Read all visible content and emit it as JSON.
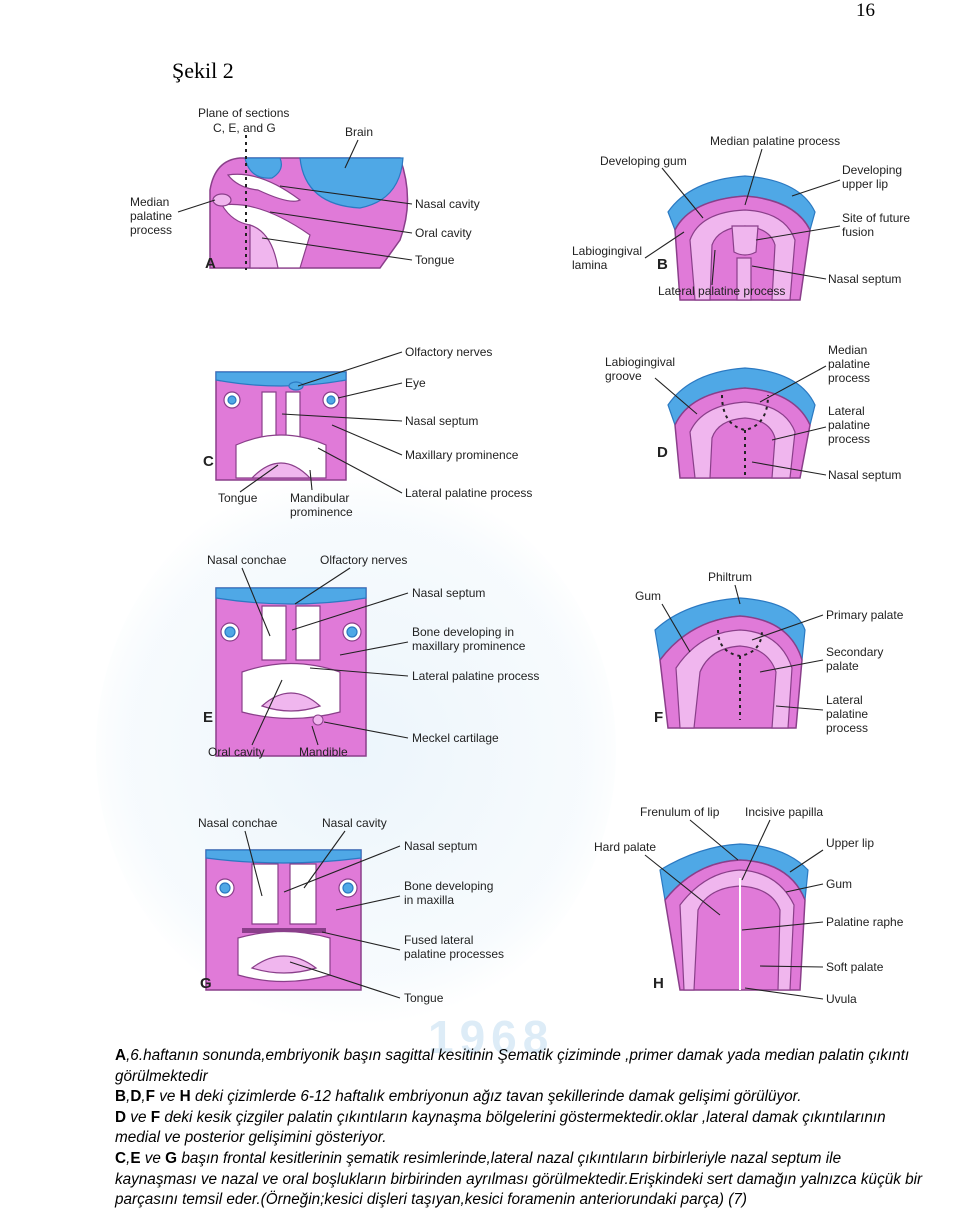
{
  "page_number": "16",
  "heading": "Şekil 2",
  "panels": {
    "A": {
      "letter": "A",
      "plane_line1": "Plane of sections",
      "plane_line2": "C, E, and G",
      "brain": "Brain",
      "median1": "Median",
      "median2": "palatine",
      "median3": "process",
      "nasal_cavity": "Nasal cavity",
      "oral_cavity": "Oral cavity",
      "tongue": "Tongue"
    },
    "B": {
      "letter": "B",
      "median_palatine": "Median palatine process",
      "developing_gum": "Developing gum",
      "dev_lip1": "Developing",
      "dev_lip2": "upper lip",
      "site1": "Site of future",
      "site2": "fusion",
      "labio1": "Labiogingival",
      "labio2": "lamina",
      "lateral": "Lateral palatine process",
      "nasal_septum": "Nasal septum"
    },
    "C": {
      "letter": "C",
      "olfactory": "Olfactory nerves",
      "eye": "Eye",
      "nasal_septum": "Nasal septum",
      "maxillary": "Maxillary prominence",
      "tongue": "Tongue",
      "mandibular1": "Mandibular",
      "mandibular2": "prominence",
      "lateral": "Lateral palatine process"
    },
    "D": {
      "letter": "D",
      "groove1": "Labiogingival",
      "groove2": "groove",
      "median1": "Median",
      "median2": "palatine",
      "median3": "process",
      "lateral1": "Lateral",
      "lateral2": "palatine",
      "lateral3": "process",
      "nasal_septum": "Nasal septum"
    },
    "E": {
      "letter": "E",
      "conchae": "Nasal conchae",
      "olfactory": "Olfactory nerves",
      "nasal_septum": "Nasal septum",
      "bone1": "Bone developing in",
      "bone2": "maxillary prominence",
      "lateral": "Lateral palatine process",
      "meckel": "Meckel cartilage",
      "oral_cavity": "Oral cavity",
      "mandible": "Mandible"
    },
    "F": {
      "letter": "F",
      "philtrum": "Philtrum",
      "gum": "Gum",
      "primary": "Primary palate",
      "secondary1": "Secondary",
      "secondary2": "palate",
      "lateral1": "Lateral",
      "lateral2": "palatine",
      "lateral3": "process"
    },
    "G": {
      "letter": "G",
      "conchae": "Nasal conchae",
      "nasal_cavity": "Nasal cavity",
      "nasal_septum": "Nasal septum",
      "bone1": "Bone developing",
      "bone2": "in maxilla",
      "fused1": "Fused lateral",
      "fused2": "palatine processes",
      "tongue": "Tongue"
    },
    "H": {
      "letter": "H",
      "frenulum": "Frenulum of lip",
      "incisive": "Incisive papilla",
      "hard": "Hard palate",
      "upper_lip": "Upper lip",
      "gum": "Gum",
      "raphe": "Palatine raphe",
      "soft": "Soft palate",
      "uvula": "Uvula"
    }
  },
  "watermark_text": "1968",
  "caption": {
    "p1_lead": "A",
    "p1_text": ",6.haftanın sonunda,embriyonik başın sagittal kesitinin Şematik çiziminde ,primer damak yada median palatin çıkıntı görülmektedir",
    "p2_b1": "B",
    "p2_sep1": ",",
    "p2_b2": "D",
    "p2_sep2": ",",
    "p2_b3": "F",
    "p2_mid": " ve ",
    "p2_b4": "H",
    "p2_text": " deki çizimlerde 6-12 haftalık embriyonun ağız tavan şekillerinde damak gelişimi görülüyor.",
    "p3_b1": "D",
    "p3_mid": " ve ",
    "p3_b2": "F",
    "p3_text": " deki kesik çizgiler palatin çıkıntıların kaynaşma bölgelerini göstermektedir.oklar ,lateral damak çıkıntılarının medial ve posterior gelişimini gösteriyor.",
    "p4_b1": "C",
    "p4_sep1": ",",
    "p4_b2": "E",
    "p4_mid": " ve ",
    "p4_b3": "G",
    "p4_text": " başın frontal kesitlerinin şematik resimlerinde,lateral nazal çıkıntıların birbirleriyle nazal septum ile kaynaşması ve nazal ve oral boşlukların birbirinden ayrılması görülmektedir.Erişkindeki sert damağın yalnızca küçük bir parçasını temsil eder.(Örneğin;kesici dişleri taşıyan,kesici foramenin anteriorundaki parça) (7)"
  },
  "colors": {
    "tissue_pink": "#e07ad8",
    "tissue_light": "#f0b6ee",
    "outline": "#8a3f8a",
    "blue": "#4fa8e6",
    "blue_dark": "#2b79c2"
  }
}
